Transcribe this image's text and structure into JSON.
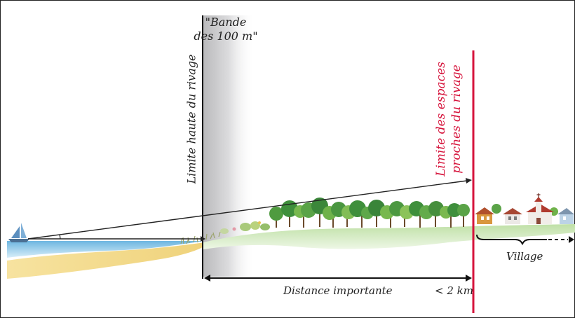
{
  "labels": {
    "bande": "\"Bande des 100 m\"",
    "bande_line1": "\"Bande",
    "bande_line2": "des 100 m\"",
    "limite_haute": "Limite haute du rivage",
    "limite_espaces_line1": "Limite des espaces",
    "limite_espaces_line2": "proches du rivage",
    "village": "Village",
    "distance": "Distance importante",
    "distance_value": "< 2 km"
  },
  "colors": {
    "limit_line": "#d6143c",
    "sea": "#8ec9e8",
    "sand": "#f2dc8a",
    "grass": "#c9e4b2",
    "tree_dark": "#3f8f3c",
    "tree_light": "#6fb24a"
  },
  "icons": [
    "sailboat-icon",
    "house-icon",
    "church-icon"
  ]
}
